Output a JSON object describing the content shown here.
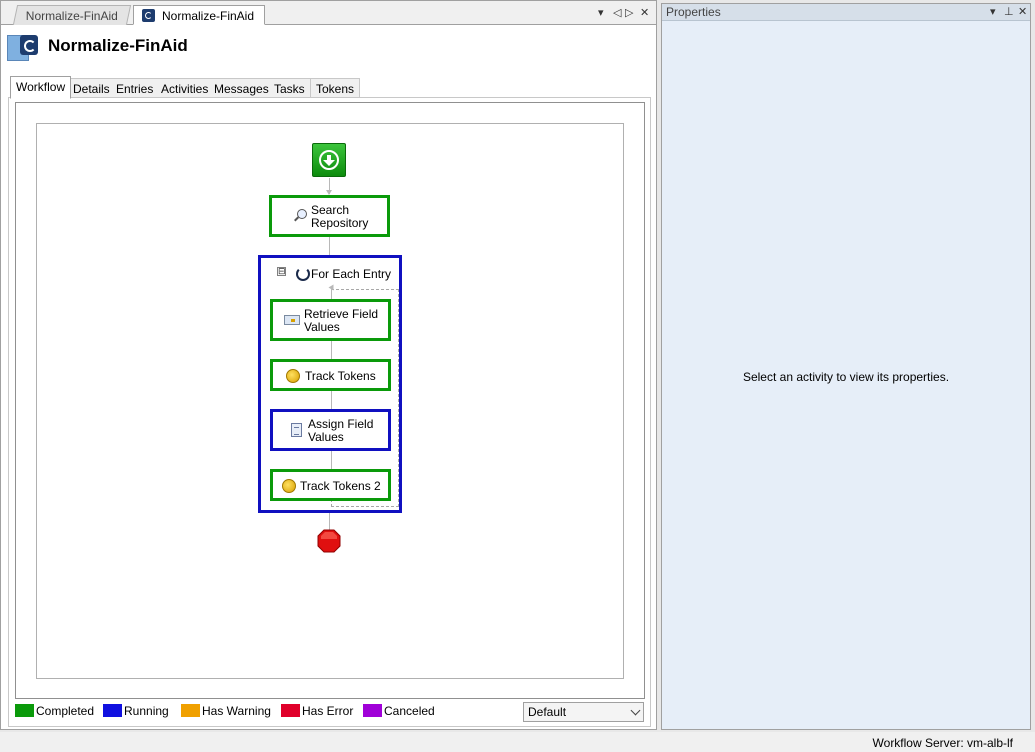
{
  "document_tabs": [
    {
      "label": "Normalize-FinAid",
      "active": false
    },
    {
      "label": "Normalize-FinAid",
      "active": true
    }
  ],
  "tabstrip_controls": {
    "dropdown": "▾",
    "prev": "◁",
    "next": "▷",
    "close": "✕"
  },
  "page_title": "Normalize-FinAid",
  "view_tabs": [
    "Workflow",
    "Details",
    "Entries",
    "Activities",
    "Messages",
    "Tasks",
    "Tokens"
  ],
  "selected_view_tab": "Workflow",
  "workflow": {
    "start_icon": "download-arrow-icon",
    "activities": {
      "search_repository": {
        "label": "Search\nRepository",
        "status": "Completed",
        "icon": "magnifier-icon"
      },
      "for_each_entry": {
        "label": "For Each Entry",
        "status": "Running",
        "icon": "loop-icon",
        "collapse": "⊟"
      },
      "retrieve_field_values": {
        "label": "Retrieve Field\nValues",
        "status": "Completed",
        "icon": "field-icon"
      },
      "track_tokens": {
        "label": "Track Tokens",
        "status": "Completed",
        "icon": "coin-icon"
      },
      "assign_field_values": {
        "label": "Assign Field\nValues",
        "status": "Running",
        "icon": "document-icon"
      },
      "track_tokens_2": {
        "label": "Track Tokens 2",
        "status": "Completed",
        "icon": "coin-icon"
      }
    },
    "stop_icon": "stop-sign-icon"
  },
  "legend": [
    {
      "label": "Completed",
      "color": "#0a9a0a"
    },
    {
      "label": "Running",
      "color": "#1010e0"
    },
    {
      "label": "Has Warning",
      "color": "#f0a000"
    },
    {
      "label": "Has Error",
      "color": "#e0002a"
    },
    {
      "label": "Canceled",
      "color": "#a000d8"
    }
  ],
  "view_select": {
    "value": "Default"
  },
  "properties": {
    "title": "Properties",
    "controls": {
      "dropdown": "▾",
      "pin": "⊥",
      "close": "✕"
    },
    "empty_message": "Select an activity to view its properties."
  },
  "status_bar": {
    "server": "Workflow Server: vm-alb-lf"
  }
}
